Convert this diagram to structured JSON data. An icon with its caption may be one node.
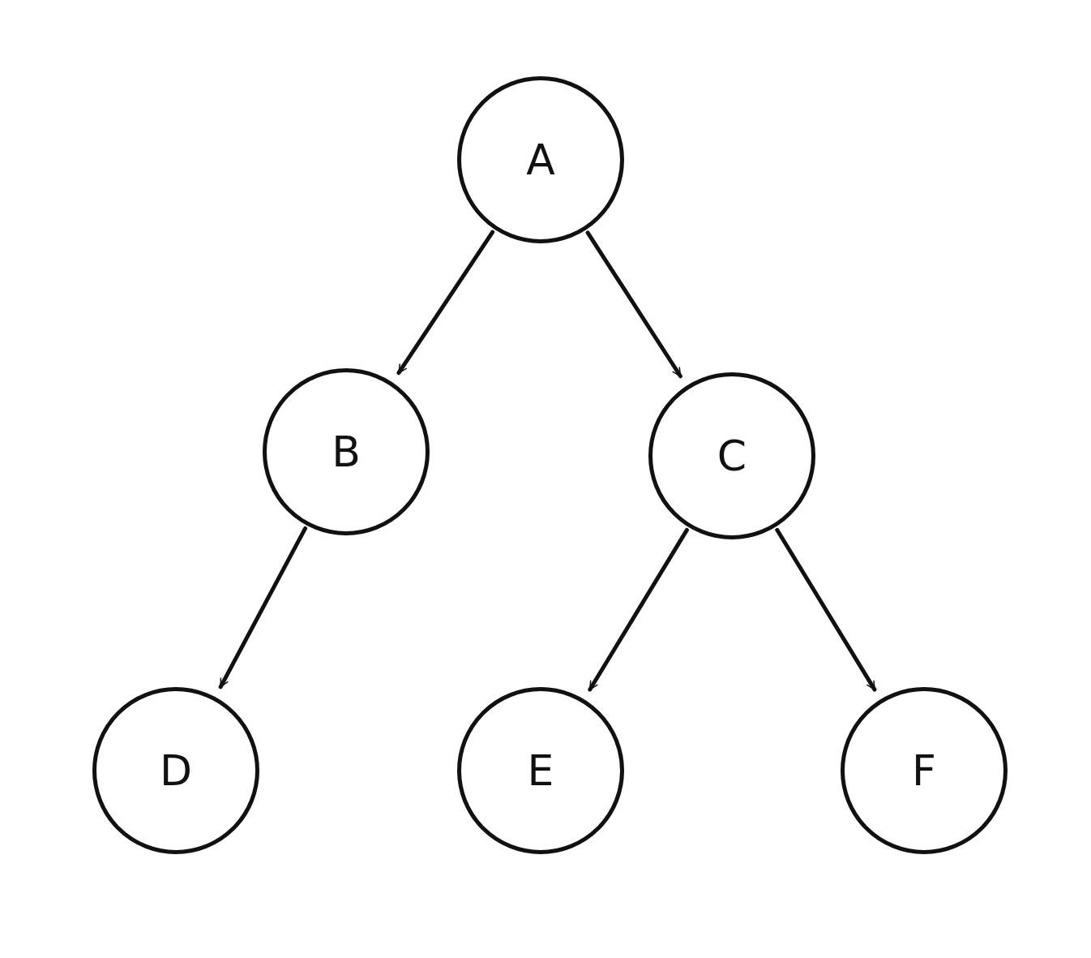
{
  "diagram": {
    "nodes": [
      {
        "text": [
          "A"
        ]
      },
      {
        "text": [
          "B"
        ]
      },
      {
        "text": [
          "C"
        ]
      },
      {
        "text": [
          "D"
        ]
      },
      {
        "text": [
          "E"
        ]
      },
      {
        "text": [
          "F"
        ]
      }
    ],
    "edges": [
      {
        "from": 0,
        "to": 1,
        "arrow": "to"
      },
      {
        "from": 0,
        "to": 2,
        "arrow": "to"
      },
      {
        "from": 1,
        "to": 3,
        "arrow": "to"
      },
      {
        "from": 2,
        "to": 4,
        "arrow": "to"
      },
      {
        "from": 2,
        "to": 5,
        "arrow": "to"
      }
    ]
  }
}
